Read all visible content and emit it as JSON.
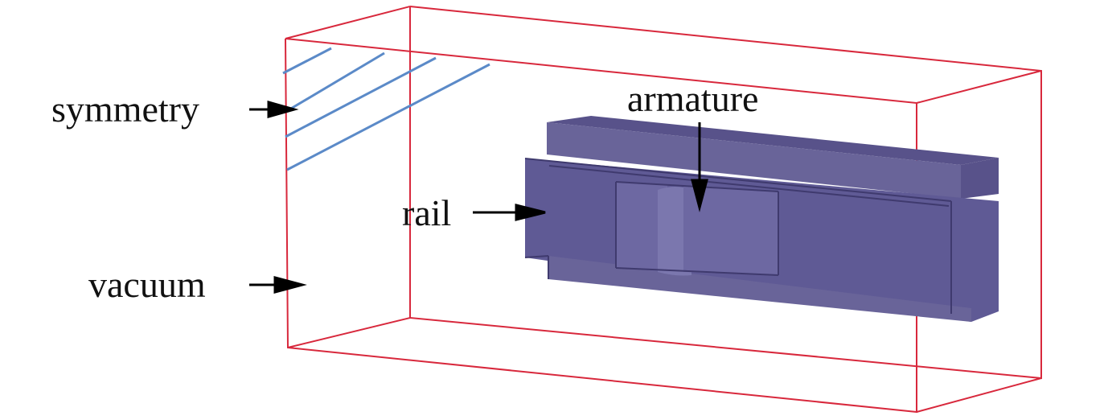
{
  "labels": {
    "symmetry": "symmetry",
    "armature": "armature",
    "rail": "rail",
    "vacuum": "vacuum"
  },
  "colors": {
    "vacuum_box": "#d8283c",
    "symmetry_hatch": "#5b8ac8",
    "rail_fill": "#5f5a95",
    "rail_face": "#696499",
    "rail_top": "#58528a",
    "rail_edge": "#3f3a6e",
    "armature_fill": "#6d68a2",
    "armature_light": "#7b77ae",
    "arrow": "#000000"
  }
}
